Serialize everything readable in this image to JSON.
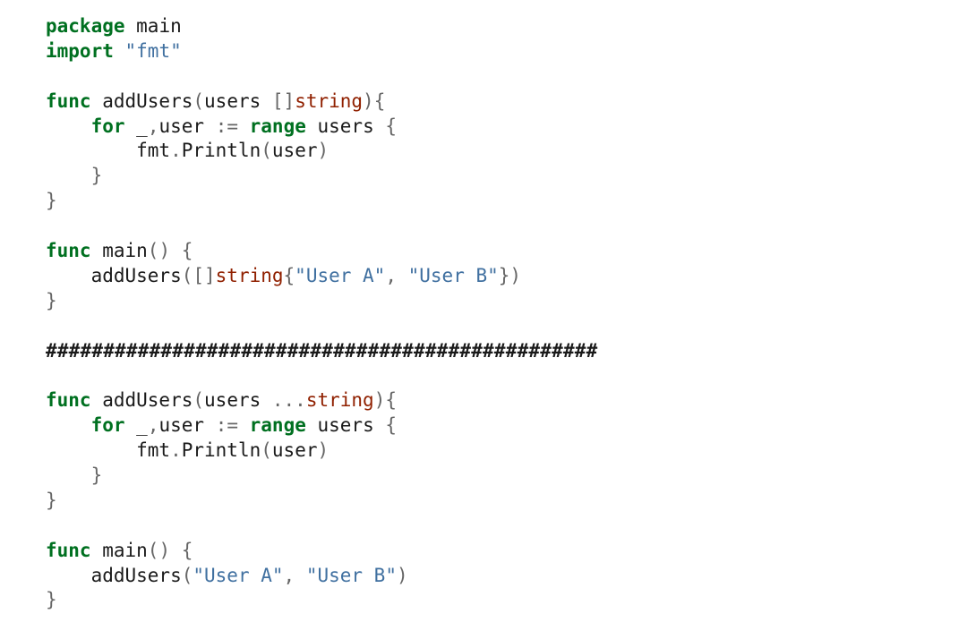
{
  "colors": {
    "keyword": "#007020",
    "string": "#4070a0",
    "type": "#902000",
    "operator": "#666666",
    "text": "#1a1a1a",
    "background": "#ffffff"
  },
  "code": {
    "lines": [
      [
        {
          "t": "package",
          "c": "kw"
        },
        {
          "t": " main",
          "c": "id"
        }
      ],
      [
        {
          "t": "import",
          "c": "kw"
        },
        {
          "t": " ",
          "c": "id"
        },
        {
          "t": "\"fmt\"",
          "c": "str"
        }
      ],
      [],
      [
        {
          "t": "func",
          "c": "kw"
        },
        {
          "t": " addUsers",
          "c": "id"
        },
        {
          "t": "(",
          "c": "op"
        },
        {
          "t": "users ",
          "c": "id"
        },
        {
          "t": "[]",
          "c": "op"
        },
        {
          "t": "string",
          "c": "type"
        },
        {
          "t": "){",
          "c": "op"
        }
      ],
      [
        {
          "t": "    ",
          "c": "id"
        },
        {
          "t": "for",
          "c": "kw"
        },
        {
          "t": " _",
          "c": "id"
        },
        {
          "t": ",",
          "c": "op"
        },
        {
          "t": "user ",
          "c": "id"
        },
        {
          "t": ":=",
          "c": "op"
        },
        {
          "t": " ",
          "c": "id"
        },
        {
          "t": "range",
          "c": "kw"
        },
        {
          "t": " users ",
          "c": "id"
        },
        {
          "t": "{",
          "c": "op"
        }
      ],
      [
        {
          "t": "        fmt",
          "c": "id"
        },
        {
          "t": ".",
          "c": "op"
        },
        {
          "t": "Println",
          "c": "id"
        },
        {
          "t": "(",
          "c": "op"
        },
        {
          "t": "user",
          "c": "id"
        },
        {
          "t": ")",
          "c": "op"
        }
      ],
      [
        {
          "t": "    ",
          "c": "id"
        },
        {
          "t": "}",
          "c": "op"
        }
      ],
      [
        {
          "t": "}",
          "c": "op"
        }
      ],
      [],
      [
        {
          "t": "func",
          "c": "kw"
        },
        {
          "t": " main",
          "c": "id"
        },
        {
          "t": "() {",
          "c": "op"
        }
      ],
      [
        {
          "t": "    addUsers",
          "c": "id"
        },
        {
          "t": "([]",
          "c": "op"
        },
        {
          "t": "string",
          "c": "type"
        },
        {
          "t": "{",
          "c": "op"
        },
        {
          "t": "\"User A\"",
          "c": "str"
        },
        {
          "t": ", ",
          "c": "op"
        },
        {
          "t": "\"User B\"",
          "c": "str"
        },
        {
          "t": "})",
          "c": "op"
        }
      ],
      [
        {
          "t": "}",
          "c": "op"
        }
      ],
      [],
      [
        {
          "t": "################################################",
          "c": "id"
        }
      ],
      [],
      [
        {
          "t": "func",
          "c": "kw"
        },
        {
          "t": " addUsers",
          "c": "id"
        },
        {
          "t": "(",
          "c": "op"
        },
        {
          "t": "users ",
          "c": "id"
        },
        {
          "t": "...",
          "c": "op"
        },
        {
          "t": "string",
          "c": "type"
        },
        {
          "t": "){",
          "c": "op"
        }
      ],
      [
        {
          "t": "    ",
          "c": "id"
        },
        {
          "t": "for",
          "c": "kw"
        },
        {
          "t": " _",
          "c": "id"
        },
        {
          "t": ",",
          "c": "op"
        },
        {
          "t": "user ",
          "c": "id"
        },
        {
          "t": ":=",
          "c": "op"
        },
        {
          "t": " ",
          "c": "id"
        },
        {
          "t": "range",
          "c": "kw"
        },
        {
          "t": " users ",
          "c": "id"
        },
        {
          "t": "{",
          "c": "op"
        }
      ],
      [
        {
          "t": "        fmt",
          "c": "id"
        },
        {
          "t": ".",
          "c": "op"
        },
        {
          "t": "Println",
          "c": "id"
        },
        {
          "t": "(",
          "c": "op"
        },
        {
          "t": "user",
          "c": "id"
        },
        {
          "t": ")",
          "c": "op"
        }
      ],
      [
        {
          "t": "    ",
          "c": "id"
        },
        {
          "t": "}",
          "c": "op"
        }
      ],
      [
        {
          "t": "}",
          "c": "op"
        }
      ],
      [],
      [
        {
          "t": "func",
          "c": "kw"
        },
        {
          "t": " main",
          "c": "id"
        },
        {
          "t": "() {",
          "c": "op"
        }
      ],
      [
        {
          "t": "    addUsers",
          "c": "id"
        },
        {
          "t": "(",
          "c": "op"
        },
        {
          "t": "\"User A\"",
          "c": "str"
        },
        {
          "t": ", ",
          "c": "op"
        },
        {
          "t": "\"User B\"",
          "c": "str"
        },
        {
          "t": ")",
          "c": "op"
        }
      ],
      [
        {
          "t": "}",
          "c": "op"
        }
      ]
    ]
  }
}
